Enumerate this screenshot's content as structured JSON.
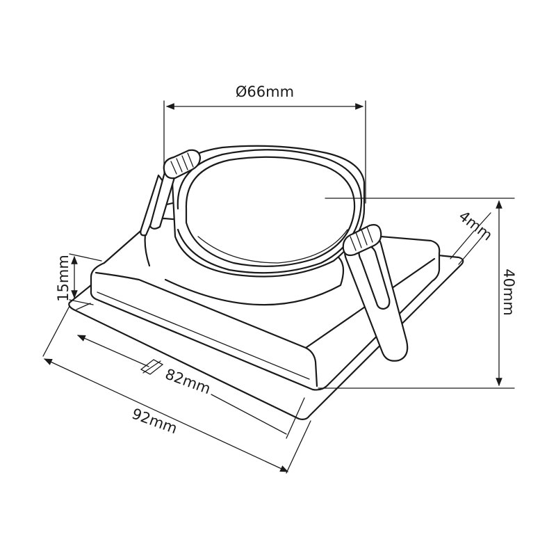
{
  "dimensions": {
    "diameter": "Ø66mm",
    "height": "40mm",
    "clip_thickness": "4mm",
    "frame_height": "15mm",
    "inner_width": "82mm",
    "outer_width": "92mm"
  }
}
